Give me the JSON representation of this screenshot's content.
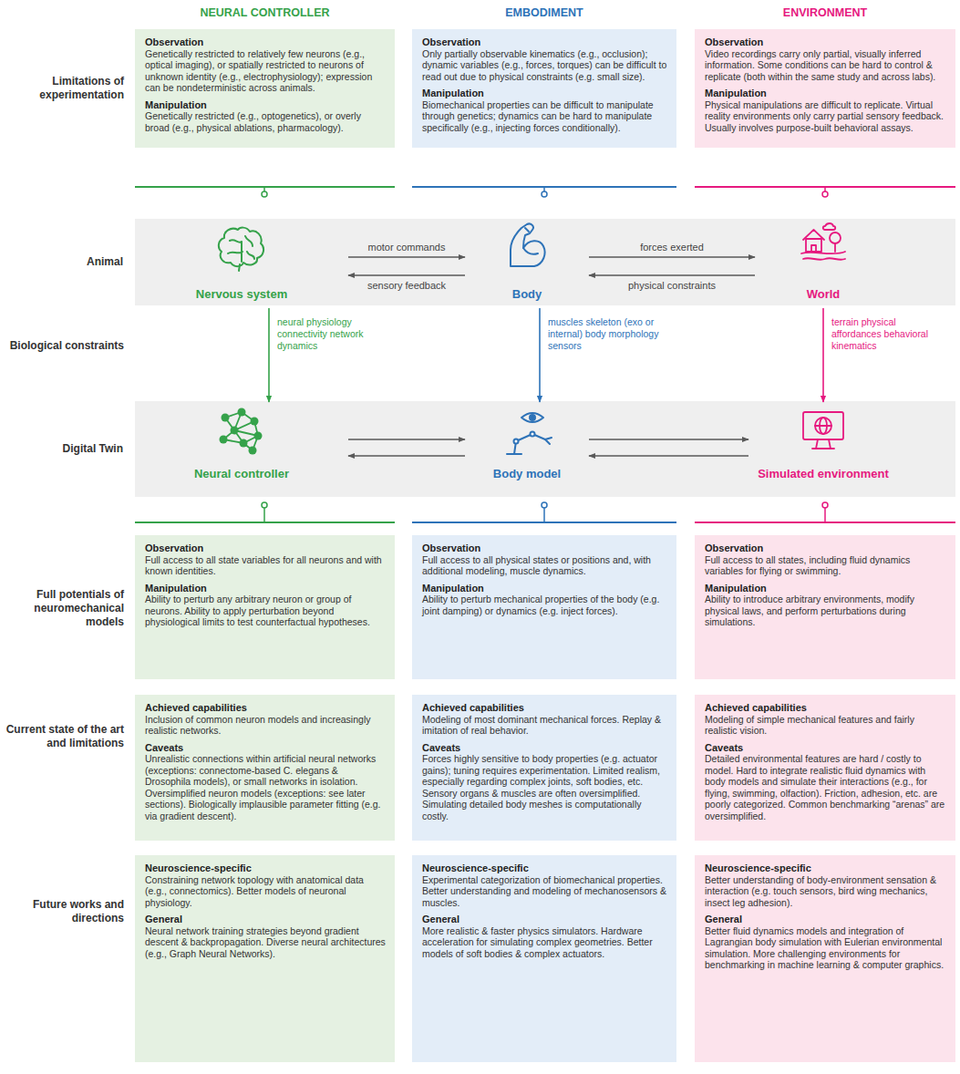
{
  "diagram": {
    "nodes": [
      {
        "text": [
          "Observation",
          "Genetically restricted to relatively few neurons (e.g., optical imaging), or spatially restricted to neurons of unknown identity (e.g., electrophysiology); expression can be nondeterministic across animals.",
          "Manipulation",
          "Genetically restricted (e.g., optogenetics), or overly broad (e.g., physical ablations, pharmacology)."
        ]
      },
      {
        "text": [
          "Observation",
          "Only partially observable kinematics (e.g., occlusion); dynamic variables (e.g., forces, torques) can be difficult to read out due to physical constraints (e.g. small size).",
          "Manipulation",
          "Biomechanical properties can be difficult to manipulate through genetics; dynamics can be hard to manipulate specifically (e.g., injecting forces conditionally)."
        ]
      },
      {
        "text": [
          "Observation",
          "Video recordings carry only partial, visually inferred information. Some conditions can be hard to control & replicate (both within the same study and across labs).",
          "Manipulation",
          "Physical manipulations are difficult to replicate. Virtual reality environments only carry partial sensory feedback. Usually involves purpose-built behavioral assays."
        ]
      },
      {
        "text": [
          "Animal"
        ]
      },
      {
        "text": [
          "Nervous system"
        ],
        "in": 3
      },
      {
        "text": [
          "Body"
        ],
        "in": 3
      },
      {
        "text": [
          "World"
        ],
        "in": 3
      },
      {
        "text": [
          "Digital Twin"
        ]
      },
      {
        "text": [
          "Neural controller"
        ],
        "in": 7
      },
      {
        "text": [
          "Body model"
        ],
        "in": 7
      },
      {
        "text": [
          "Simulated environment"
        ],
        "in": 7
      },
      {
        "text": [
          "Observation",
          "Full access to all state variables for all neurons and with known identities.",
          "Manipulation",
          "Ability to perturb any arbitrary neuron or group of neurons. Ability to apply perturbation beyond physiological limits to test counterfactual hypotheses."
        ]
      },
      {
        "text": [
          "Observation",
          "Full access to all physical states or positions and, with additional modeling, muscle dynamics.",
          "Manipulation",
          "Ability to perturb mechanical properties of the body (e.g. joint damping) or dynamics (e.g. inject forces)."
        ]
      },
      {
        "text": [
          "Observation",
          "Full access to all states, including fluid dynamics variables for flying or swimming.",
          "Manipulation",
          "Ability to introduce arbitrary environments, modify physical laws, and perform perturbations during simulations."
        ]
      },
      {
        "text": [
          "Achieved capabilities",
          "Inclusion of common neuron models and increasingly realistic networks.",
          "Caveats",
          "Unrealistic connections within artificial neural networks (exceptions: connectome-based C. elegans & Drosophila models), or small networks in isolation. Oversimplified neuron models (exceptions: see later sections). Biologically implausible parameter fitting (e.g. via gradient descent)."
        ]
      },
      {
        "text": [
          "Achieved capabilities",
          "Modeling of most dominant mechanical forces. Replay & imitation of real behavior.",
          "Caveats",
          "Forces highly sensitive to body properties (e.g. actuator gains); tuning requires experimentation. Limited realism, especially regarding complex joints, soft bodies, etc. Sensory organs & muscles are often oversimplified. Simulating detailed body meshes is computationally costly."
        ]
      },
      {
        "text": [
          "Achieved capabilities",
          "Modeling of simple mechanical features and fairly realistic vision.",
          "Caveats",
          "Detailed environmental features are hard / costly to model. Hard to integrate realistic fluid dynamics with body models and simulate their interactions (e.g., for flying, swimming, olfaction). Friction, adhesion, etc. are poorly categorized. Common benchmarking “arenas” are oversimplified."
        ]
      },
      {
        "text": [
          "Neuroscience-specific",
          "Constraining network topology with anatomical data (e.g., connectomics). Better models of neuronal physiology.",
          "General",
          "Neural network training strategies beyond gradient descent & backpropagation. Diverse neural architectures (e.g., Graph Neural Networks)."
        ]
      },
      {
        "text": [
          "Neuroscience-specific",
          "Experimental categorization of biomechanical properties. Better understanding and modeling of mechanosensors & muscles.",
          "General",
          "More realistic & faster physics simulators. Hardware acceleration for simulating complex geometries. Better models of soft bodies & complex actuators."
        ]
      },
      {
        "text": [
          "Neuroscience-specific",
          "Better understanding of body-environment sensation & interaction (e.g. touch sensors, bird wing mechanics, insect leg adhesion).",
          "General",
          "Better fluid dynamics models and integration of Lagrangian body simulation with Eulerian environmental simulation. More challenging environments for benchmarking in machine learning & computer graphics."
        ]
      }
    ],
    "edges": [
      {
        "from": 4,
        "to": 5,
        "label": "motor commands",
        "arrow": "to"
      },
      {
        "from": 5,
        "to": 4,
        "label": "sensory feedback",
        "arrow": "to"
      },
      {
        "from": 5,
        "to": 6,
        "label": "forces exerted",
        "arrow": "to"
      },
      {
        "from": 6,
        "to": 5,
        "label": "physical constraints",
        "arrow": "to"
      },
      {
        "from": 4,
        "to": 8,
        "label": "neural physiology connectivity network dynamics",
        "arrow": "to"
      },
      {
        "from": 5,
        "to": 9,
        "label": "muscles skeleton (exo or internal) body morphology sensors",
        "arrow": "to"
      },
      {
        "from": 6,
        "to": 10,
        "label": "terrain physical affordances behavioral kinematics",
        "arrow": "to"
      },
      {
        "from": 8,
        "to": 9,
        "arrow": "to"
      },
      {
        "from": 9,
        "to": 8,
        "arrow": "to"
      },
      {
        "from": 9,
        "to": 10,
        "arrow": "to"
      },
      {
        "from": 10,
        "to": 9,
        "arrow": "to"
      }
    ],
    "labels": [
      "NEURAL CONTROLLER",
      "EMBODIMENT",
      "ENVIRONMENT",
      "Limitations of experimentation",
      "Biological constraints",
      "Full potentials of neuromechanical models",
      "Current state of the art and limitations",
      "Future works and directions"
    ]
  }
}
